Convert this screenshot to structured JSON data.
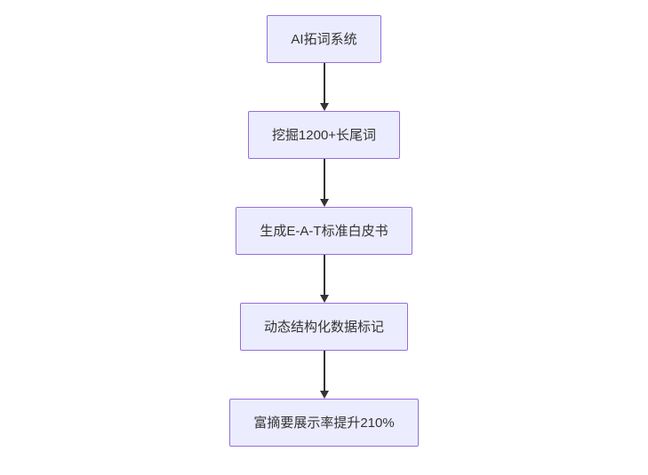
{
  "diagram": {
    "type": "flowchart",
    "direction": "top-down",
    "node_fill": "#ececff",
    "node_border": "#9370db",
    "arrow_color": "#333333",
    "nodes": [
      "AI拓词系统",
      "挖掘1200+长尾词",
      "生成E-A-T标准白皮书",
      "动态结构化数据标记",
      "富摘要展示率提升210%"
    ],
    "edges": [
      [
        0,
        1
      ],
      [
        1,
        2
      ],
      [
        2,
        3
      ],
      [
        3,
        4
      ]
    ]
  }
}
